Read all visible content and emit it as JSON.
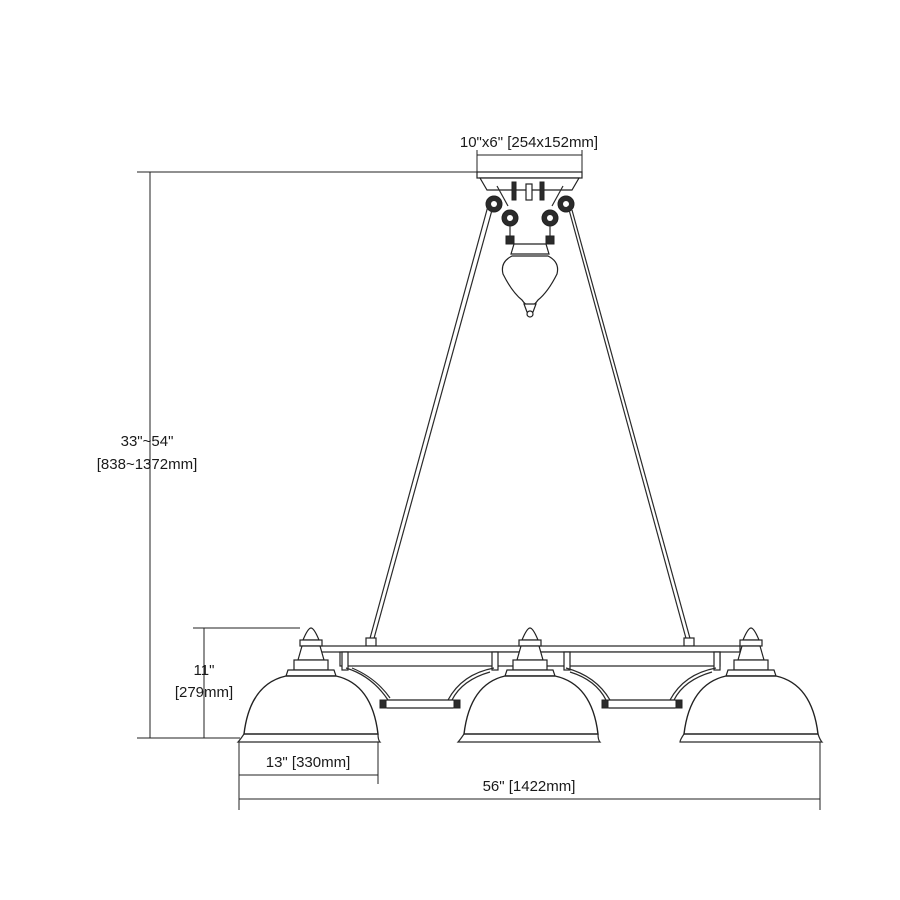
{
  "dimensions": {
    "canopy": "10\"x6\" [254x152mm]",
    "height_imperial": "33\"~54\"",
    "height_metric": "[838~1372mm]",
    "shade_height_imperial": "11\"",
    "shade_height_metric": "[279mm]",
    "shade_width": "13\" [330mm]",
    "overall_width": "56\" [1422mm]"
  }
}
